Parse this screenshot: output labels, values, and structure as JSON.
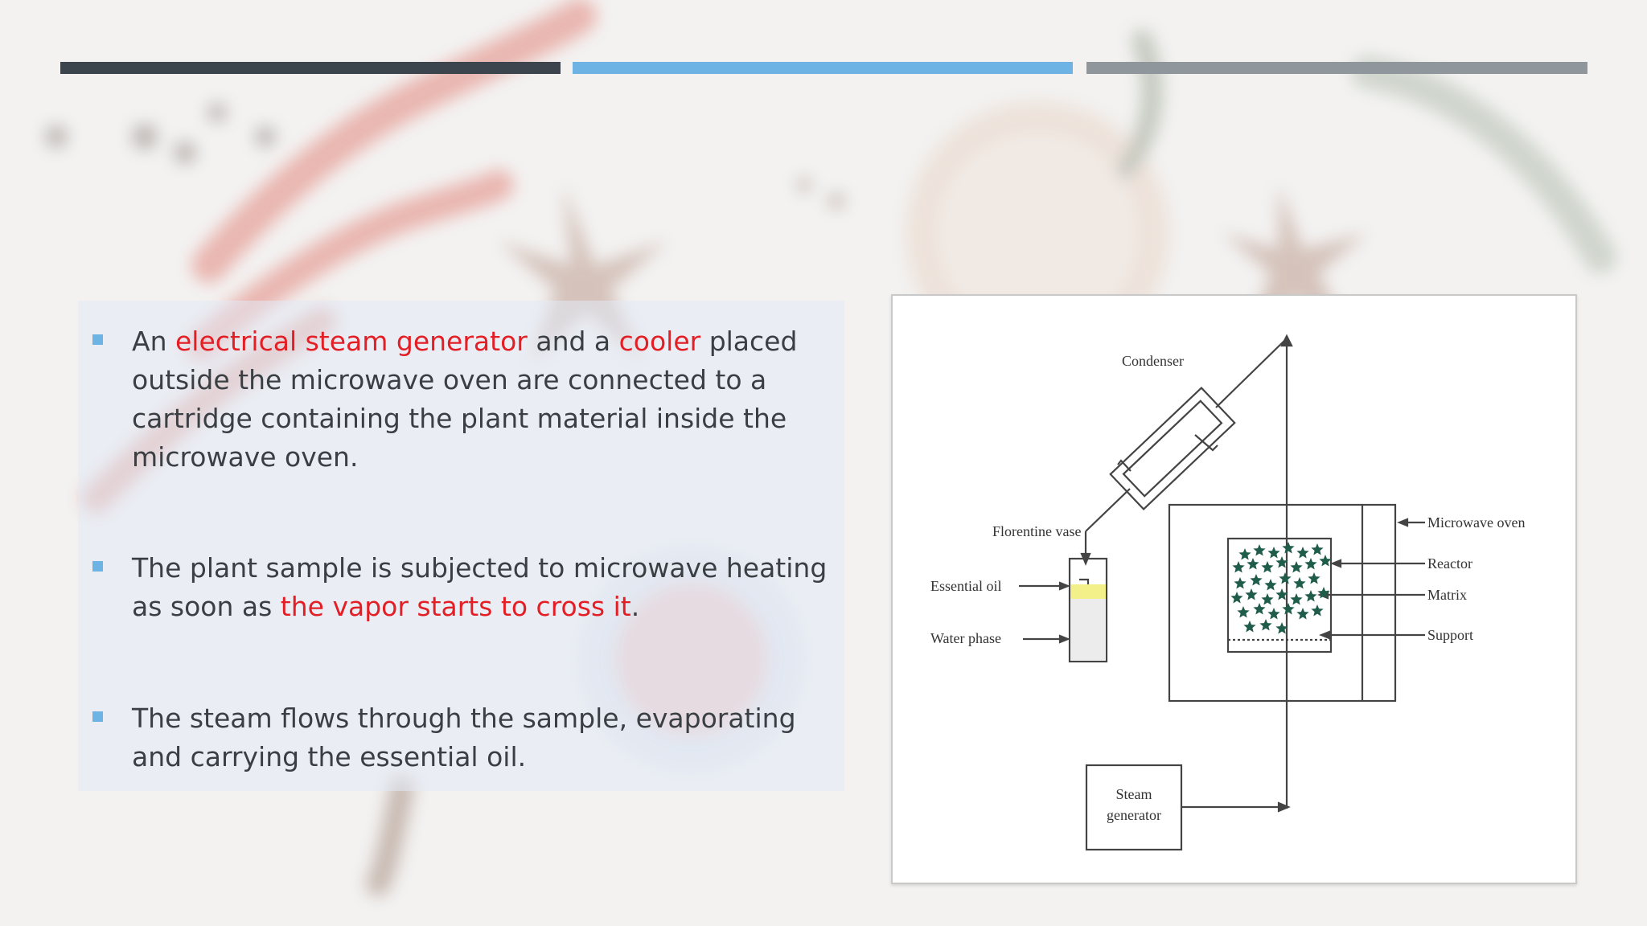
{
  "bullets": [
    {
      "segments": [
        {
          "text": "An ",
          "highlight": false
        },
        {
          "text": "electrical steam generator",
          "highlight": true
        },
        {
          "text": " and a ",
          "highlight": false
        },
        {
          "text": "cooler",
          "highlight": true
        },
        {
          "text": " placed outside the microwave oven are connected to a cartridge containing the plant material inside the microwave oven.",
          "highlight": false
        }
      ]
    },
    {
      "segments": [
        {
          "text": "The plant sample is subjected to microwave heating as soon as ",
          "highlight": false
        },
        {
          "text": "the vapor starts to cross it",
          "highlight": true
        },
        {
          "text": ".",
          "highlight": false
        }
      ]
    },
    {
      "segments": [
        {
          "text": "The steam flows through the sample, evaporating and carrying the essential oil.",
          "highlight": false
        }
      ]
    }
  ],
  "diagram": {
    "labels": {
      "condenser": "Condenser",
      "florentine_vase": "Florentine vase",
      "essential_oil": "Essential oil",
      "water_phase": "Water phase",
      "microwave_oven": "Microwave oven",
      "reactor": "Reactor",
      "matrix": "Matrix",
      "support": "Support",
      "steam_line1": "Steam",
      "steam_line2": "generator"
    }
  },
  "colors": {
    "highlight": "#e31e24",
    "bullet": "#6db4e4",
    "bar_dark": "#3c454d",
    "bar_blue": "#6db4e4",
    "bar_gray": "#8f969c",
    "matrix_star": "#1f5c4a",
    "oil_layer": "#f3f08a"
  }
}
